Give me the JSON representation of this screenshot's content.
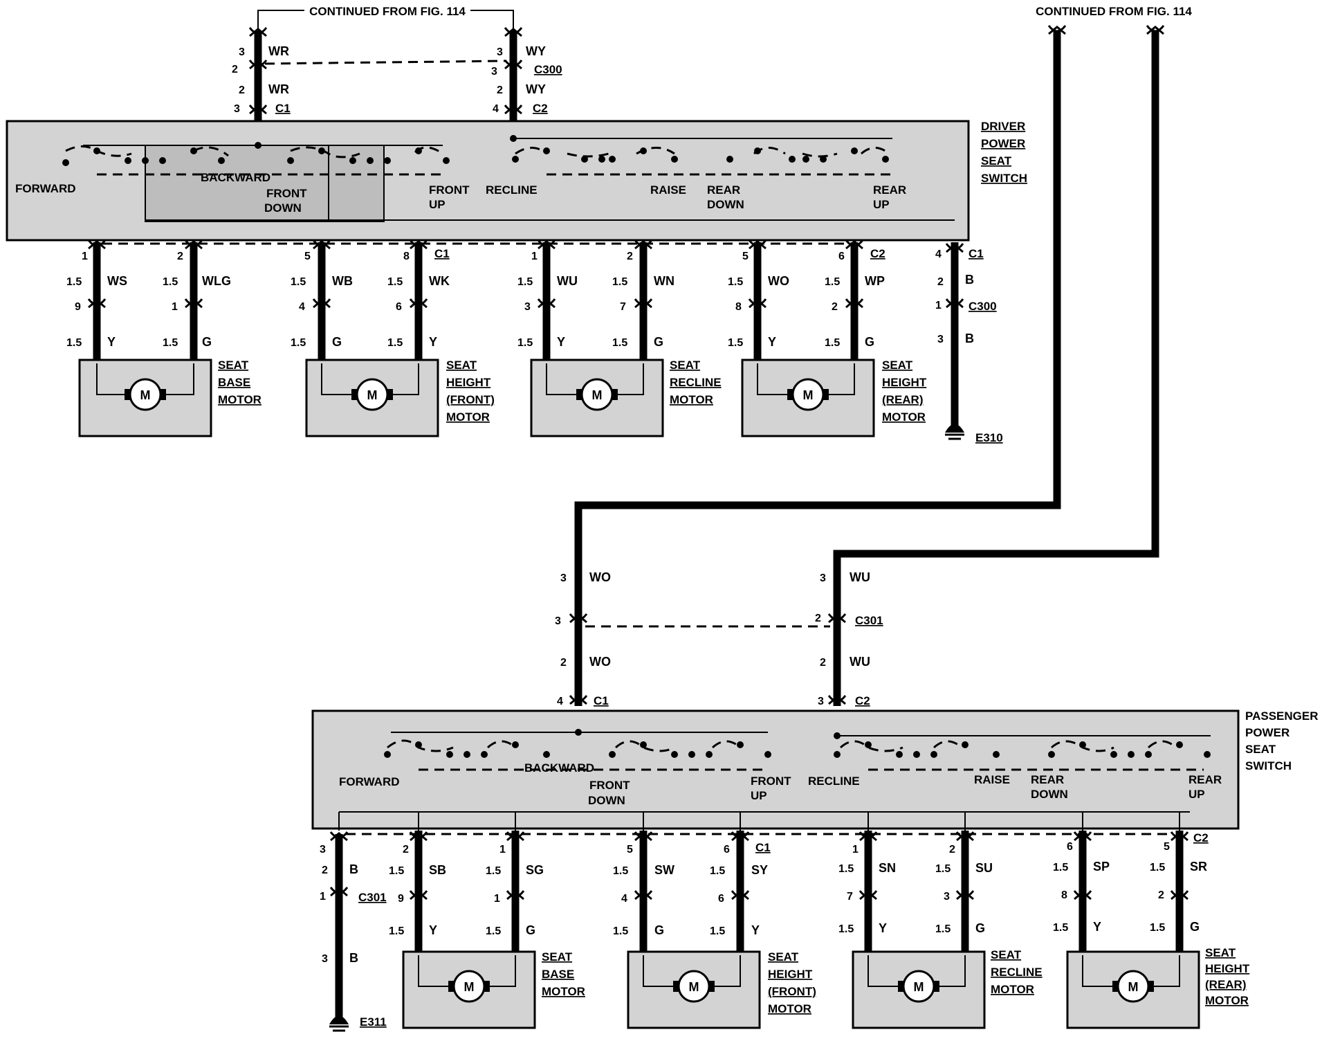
{
  "top": {
    "cont_left": "CONTINUED FROM FIG. 114",
    "cont_right": "CONTINUED FROM FIG. 114"
  },
  "driver": {
    "switch_label": [
      "DRIVER",
      "POWER",
      "SEAT",
      "SWITCH"
    ],
    "feed": [
      {
        "pins": [
          "3",
          "2",
          "2",
          "3"
        ],
        "wires": [
          "WR",
          "WR"
        ],
        "conn": "C1"
      },
      {
        "pins": [
          "3",
          "3",
          "2",
          "4"
        ],
        "wires": [
          "WY",
          "WY"
        ],
        "conn": "C2"
      }
    ],
    "c300": "C300",
    "functions": [
      "FORWARD",
      "BACKWARD",
      "FRONT",
      "DOWN",
      "FRONT",
      "UP",
      "RECLINE",
      "RAISE",
      "REAR",
      "DOWN",
      "REAR",
      "UP"
    ],
    "outs": [
      {
        "pin": "1",
        "size": "1.5",
        "wire": "WS",
        "pin2": "9",
        "size2": "1.5",
        "wire2": "Y"
      },
      {
        "pin": "2",
        "size": "1.5",
        "wire": "WLG",
        "pin2": "1",
        "size2": "1.5",
        "wire2": "G"
      },
      {
        "pin": "5",
        "size": "1.5",
        "wire": "WB",
        "pin2": "4",
        "size2": "1.5",
        "wire2": "G"
      },
      {
        "pin": "8",
        "size": "1.5",
        "wire": "WK",
        "pin2": "6",
        "size2": "1.5",
        "wire2": "Y"
      },
      {
        "pin": "1",
        "size": "1.5",
        "wire": "WU",
        "pin2": "3",
        "size2": "1.5",
        "wire2": "Y"
      },
      {
        "pin": "2",
        "size": "1.5",
        "wire": "WN",
        "pin2": "7",
        "size2": "1.5",
        "wire2": "G"
      },
      {
        "pin": "5",
        "size": "1.5",
        "wire": "WO",
        "pin2": "8",
        "size2": "1.5",
        "wire2": "Y"
      },
      {
        "pin": "6",
        "size": "1.5",
        "wire": "WP",
        "pin2": "2",
        "size2": "1.5",
        "wire2": "G"
      }
    ],
    "conn_c1": "C1",
    "conn_c2": "C2",
    "ground": {
      "pin1": "4",
      "conn1": "C1",
      "pin2": "2",
      "wire2": "B",
      "pin3": "1",
      "conn3": "C300",
      "pin4": "3",
      "wire4": "B",
      "name": "E310"
    },
    "motors": [
      [
        "SEAT",
        "BASE",
        "MOTOR"
      ],
      [
        "SEAT",
        "HEIGHT",
        "(FRONT)",
        "MOTOR"
      ],
      [
        "SEAT",
        "RECLINE",
        "MOTOR"
      ],
      [
        "SEAT",
        "HEIGHT",
        "(REAR)",
        "MOTOR"
      ]
    ],
    "motor_symbol": "M"
  },
  "passenger": {
    "switch_label": [
      "PASSENGER",
      "POWER",
      "SEAT",
      "SWITCH"
    ],
    "feed": [
      {
        "pins": [
          "3",
          "3",
          "2",
          "4"
        ],
        "wires": [
          "WO",
          "WO"
        ],
        "conn": "C1"
      },
      {
        "pins": [
          "3",
          "2",
          "2",
          "3"
        ],
        "wires": [
          "WU",
          "WU"
        ],
        "conn": "C2"
      }
    ],
    "c301": "C301",
    "functions": [
      "FORWARD",
      "BACKWARD",
      "FRONT",
      "DOWN",
      "FRONT",
      "UP",
      "RECLINE",
      "RAISE",
      "REAR",
      "DOWN",
      "REAR",
      "UP"
    ],
    "ground": {
      "pin1": "3",
      "pin2": "2",
      "wire2": "B",
      "pin3": "1",
      "conn3": "C301",
      "pin4": "3",
      "wire4": "B",
      "name": "E311"
    },
    "outs": [
      {
        "pin": "2",
        "size": "1.5",
        "wire": "SB",
        "pin2": "9",
        "size2": "1.5",
        "wire2": "Y"
      },
      {
        "pin": "1",
        "size": "1.5",
        "wire": "SG",
        "pin2": "1",
        "size2": "1.5",
        "wire2": "G"
      },
      {
        "pin": "5",
        "size": "1.5",
        "wire": "SW",
        "pin2": "4",
        "size2": "1.5",
        "wire2": "G"
      },
      {
        "pin": "6",
        "size": "1.5",
        "wire": "SY",
        "pin2": "6",
        "size2": "1.5",
        "wire2": "Y"
      },
      {
        "pin": "1",
        "size": "1.5",
        "wire": "SN",
        "pin2": "7",
        "size2": "1.5",
        "wire2": "Y"
      },
      {
        "pin": "2",
        "size": "1.5",
        "wire": "SU",
        "pin2": "3",
        "size2": "1.5",
        "wire2": "G"
      },
      {
        "pin": "6",
        "size": "1.5",
        "wire": "SP",
        "pin2": "8",
        "size2": "1.5",
        "wire2": "Y"
      },
      {
        "pin": "5",
        "size": "1.5",
        "wire": "SR",
        "pin2": "2",
        "size2": "1.5",
        "wire2": "G"
      }
    ],
    "conn_c1": "C1",
    "conn_c2": "C2",
    "motors": [
      [
        "SEAT",
        "BASE",
        "MOTOR"
      ],
      [
        "SEAT",
        "HEIGHT",
        "(FRONT)",
        "MOTOR"
      ],
      [
        "SEAT",
        "RECLINE",
        "MOTOR"
      ],
      [
        "SEAT",
        "HEIGHT",
        "(REAR)",
        "MOTOR"
      ]
    ],
    "motor_symbol": "M"
  }
}
